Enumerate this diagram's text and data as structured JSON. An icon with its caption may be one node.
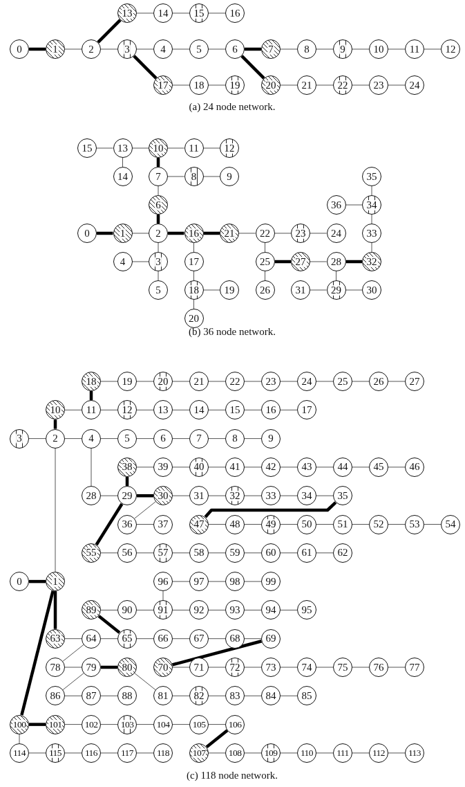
{
  "diagram": {
    "nodes": [
      {
        "text": [
          "0"
        ]
      },
      {
        "text": [
          "1"
        ]
      },
      {
        "text": [
          "2"
        ]
      },
      {
        "text": [
          "3"
        ]
      },
      {
        "text": [
          "4"
        ]
      },
      {
        "text": [
          "5"
        ]
      },
      {
        "text": [
          "6"
        ]
      },
      {
        "text": [
          "7"
        ]
      },
      {
        "text": [
          "8"
        ]
      },
      {
        "text": [
          "9"
        ]
      },
      {
        "text": [
          "10"
        ]
      },
      {
        "text": [
          "11"
        ]
      },
      {
        "text": [
          "12"
        ]
      },
      {
        "text": [
          "13"
        ]
      },
      {
        "text": [
          "14"
        ]
      },
      {
        "text": [
          "15"
        ]
      },
      {
        "text": [
          "16"
        ]
      },
      {
        "text": [
          "17"
        ]
      },
      {
        "text": [
          "18"
        ]
      },
      {
        "text": [
          "19"
        ]
      },
      {
        "text": [
          "20"
        ]
      },
      {
        "text": [
          "21"
        ]
      },
      {
        "text": [
          "22"
        ]
      },
      {
        "text": [
          "23"
        ]
      },
      {
        "text": [
          "24"
        ]
      },
      {
        "text": [
          "0"
        ]
      },
      {
        "text": [
          "1"
        ]
      },
      {
        "text": [
          "2"
        ]
      },
      {
        "text": [
          "3"
        ]
      },
      {
        "text": [
          "4"
        ]
      },
      {
        "text": [
          "5"
        ]
      },
      {
        "text": [
          "6"
        ]
      },
      {
        "text": [
          "7"
        ]
      },
      {
        "text": [
          "8"
        ]
      },
      {
        "text": [
          "9"
        ]
      },
      {
        "text": [
          "10"
        ]
      },
      {
        "text": [
          "11"
        ]
      },
      {
        "text": [
          "12"
        ]
      },
      {
        "text": [
          "13"
        ]
      },
      {
        "text": [
          "14"
        ]
      },
      {
        "text": [
          "15"
        ]
      },
      {
        "text": [
          "16"
        ]
      },
      {
        "text": [
          "17"
        ]
      },
      {
        "text": [
          "18"
        ]
      },
      {
        "text": [
          "19"
        ]
      },
      {
        "text": [
          "20"
        ]
      },
      {
        "text": [
          "21"
        ]
      },
      {
        "text": [
          "22"
        ]
      },
      {
        "text": [
          "23"
        ]
      },
      {
        "text": [
          "24"
        ]
      },
      {
        "text": [
          "25"
        ]
      },
      {
        "text": [
          "26"
        ]
      },
      {
        "text": [
          "27"
        ]
      },
      {
        "text": [
          "28"
        ]
      },
      {
        "text": [
          "29"
        ]
      },
      {
        "text": [
          "30"
        ]
      },
      {
        "text": [
          "31"
        ]
      },
      {
        "text": [
          "32"
        ]
      },
      {
        "text": [
          "33"
        ]
      },
      {
        "text": [
          "34"
        ]
      },
      {
        "text": [
          "35"
        ]
      },
      {
        "text": [
          "36"
        ]
      },
      {
        "text": [
          "0"
        ]
      },
      {
        "text": [
          "1"
        ]
      },
      {
        "text": [
          "2"
        ]
      },
      {
        "text": [
          "3"
        ]
      },
      {
        "text": [
          "4"
        ]
      },
      {
        "text": [
          "5"
        ]
      },
      {
        "text": [
          "6"
        ]
      },
      {
        "text": [
          "7"
        ]
      },
      {
        "text": [
          "8"
        ]
      },
      {
        "text": [
          "9"
        ]
      },
      {
        "text": [
          "10"
        ]
      },
      {
        "text": [
          "11"
        ]
      },
      {
        "text": [
          "12"
        ]
      },
      {
        "text": [
          "13"
        ]
      },
      {
        "text": [
          "14"
        ]
      },
      {
        "text": [
          "15"
        ]
      },
      {
        "text": [
          "16"
        ]
      },
      {
        "text": [
          "17"
        ]
      },
      {
        "text": [
          "18"
        ]
      },
      {
        "text": [
          "19"
        ]
      },
      {
        "text": [
          "20"
        ]
      },
      {
        "text": [
          "21"
        ]
      },
      {
        "text": [
          "22"
        ]
      },
      {
        "text": [
          "23"
        ]
      },
      {
        "text": [
          "24"
        ]
      },
      {
        "text": [
          "25"
        ]
      },
      {
        "text": [
          "26"
        ]
      },
      {
        "text": [
          "27"
        ]
      },
      {
        "text": [
          "28"
        ]
      },
      {
        "text": [
          "29"
        ]
      },
      {
        "text": [
          "30"
        ]
      },
      {
        "text": [
          "31"
        ]
      },
      {
        "text": [
          "32"
        ]
      },
      {
        "text": [
          "33"
        ]
      },
      {
        "text": [
          "34"
        ]
      },
      {
        "text": [
          "35"
        ]
      },
      {
        "text": [
          "36"
        ]
      },
      {
        "text": [
          "37"
        ]
      },
      {
        "text": [
          "38"
        ]
      },
      {
        "text": [
          "39"
        ]
      },
      {
        "text": [
          "40"
        ]
      },
      {
        "text": [
          "41"
        ]
      },
      {
        "text": [
          "42"
        ]
      },
      {
        "text": [
          "43"
        ]
      },
      {
        "text": [
          "44"
        ]
      },
      {
        "text": [
          "45"
        ]
      },
      {
        "text": [
          "46"
        ]
      },
      {
        "text": [
          "47"
        ]
      },
      {
        "text": [
          "48"
        ]
      },
      {
        "text": [
          "49"
        ]
      },
      {
        "text": [
          "50"
        ]
      },
      {
        "text": [
          "51"
        ]
      },
      {
        "text": [
          "52"
        ]
      },
      {
        "text": [
          "53"
        ]
      },
      {
        "text": [
          "54"
        ]
      },
      {
        "text": [
          "55"
        ]
      },
      {
        "text": [
          "56"
        ]
      },
      {
        "text": [
          "57"
        ]
      },
      {
        "text": [
          "58"
        ]
      },
      {
        "text": [
          "59"
        ]
      },
      {
        "text": [
          "60"
        ]
      },
      {
        "text": [
          "61"
        ]
      },
      {
        "text": [
          "62"
        ]
      },
      {
        "text": [
          "63"
        ]
      },
      {
        "text": [
          "64"
        ]
      },
      {
        "text": [
          "65"
        ]
      },
      {
        "text": [
          "66"
        ]
      },
      {
        "text": [
          "67"
        ]
      },
      {
        "text": [
          "68"
        ]
      },
      {
        "text": [
          "69"
        ]
      },
      {
        "text": [
          "70"
        ]
      },
      {
        "text": [
          "71"
        ]
      },
      {
        "text": [
          "72"
        ]
      },
      {
        "text": [
          "73"
        ]
      },
      {
        "text": [
          "74"
        ]
      },
      {
        "text": [
          "75"
        ]
      },
      {
        "text": [
          "76"
        ]
      },
      {
        "text": [
          "77"
        ]
      },
      {
        "text": [
          "78"
        ]
      },
      {
        "text": [
          "79"
        ]
      },
      {
        "text": [
          "80"
        ]
      },
      {
        "text": [
          "81"
        ]
      },
      {
        "text": [
          "82"
        ]
      },
      {
        "text": [
          "83"
        ]
      },
      {
        "text": [
          "84"
        ]
      },
      {
        "text": [
          "85"
        ]
      },
      {
        "text": [
          "86"
        ]
      },
      {
        "text": [
          "87"
        ]
      },
      {
        "text": [
          "88"
        ]
      },
      {
        "text": [
          "89"
        ]
      },
      {
        "text": [
          "90"
        ]
      },
      {
        "text": [
          "91"
        ]
      },
      {
        "text": [
          "92"
        ]
      },
      {
        "text": [
          "93"
        ]
      },
      {
        "text": [
          "94"
        ]
      },
      {
        "text": [
          "95"
        ]
      },
      {
        "text": [
          "96"
        ]
      },
      {
        "text": [
          "97"
        ]
      },
      {
        "text": [
          "98"
        ]
      },
      {
        "text": [
          "99"
        ]
      },
      {
        "text": [
          "100"
        ]
      },
      {
        "text": [
          "101"
        ]
      },
      {
        "text": [
          "102"
        ]
      },
      {
        "text": [
          "103"
        ]
      },
      {
        "text": [
          "104"
        ]
      },
      {
        "text": [
          "105"
        ]
      },
      {
        "text": [
          "106"
        ]
      },
      {
        "text": [
          "107"
        ]
      },
      {
        "text": [
          "108"
        ]
      },
      {
        "text": [
          "109"
        ]
      },
      {
        "text": [
          "110"
        ]
      },
      {
        "text": [
          "111"
        ]
      },
      {
        "text": [
          "112"
        ]
      },
      {
        "text": [
          "113"
        ]
      },
      {
        "text": [
          "114"
        ]
      },
      {
        "text": [
          "115"
        ]
      },
      {
        "text": [
          "116"
        ]
      },
      {
        "text": [
          "117"
        ]
      },
      {
        "text": [
          "118"
        ]
      }
    ],
    "edges": [
      {
        "from": 0,
        "to": 1,
        "arrow": "none",
        "style": "thick"
      },
      {
        "from": 1,
        "to": 2,
        "arrow": "none"
      },
      {
        "from": 2,
        "to": 13,
        "arrow": "none",
        "style": "thick"
      },
      {
        "from": 13,
        "to": 14,
        "arrow": "none"
      },
      {
        "from": 14,
        "to": 15,
        "arrow": "none"
      },
      {
        "from": 15,
        "to": 16,
        "arrow": "none"
      },
      {
        "from": 2,
        "to": 3,
        "arrow": "none"
      },
      {
        "from": 3,
        "to": 4,
        "arrow": "none"
      },
      {
        "from": 4,
        "to": 5,
        "arrow": "none"
      },
      {
        "from": 5,
        "to": 6,
        "arrow": "none"
      },
      {
        "from": 6,
        "to": 7,
        "arrow": "none",
        "style": "thick"
      },
      {
        "from": 7,
        "to": 8,
        "arrow": "none"
      },
      {
        "from": 8,
        "to": 9,
        "arrow": "none"
      },
      {
        "from": 9,
        "to": 10,
        "arrow": "none"
      },
      {
        "from": 10,
        "to": 11,
        "arrow": "none"
      },
      {
        "from": 11,
        "to": 12,
        "arrow": "none"
      },
      {
        "from": 3,
        "to": 17,
        "arrow": "none",
        "style": "thick"
      },
      {
        "from": 17,
        "to": 18,
        "arrow": "none"
      },
      {
        "from": 18,
        "to": 19,
        "arrow": "none"
      },
      {
        "from": 6,
        "to": 20,
        "arrow": "none",
        "style": "thick"
      },
      {
        "from": 20,
        "to": 21,
        "arrow": "none"
      },
      {
        "from": 21,
        "to": 22,
        "arrow": "none"
      },
      {
        "from": 22,
        "to": 23,
        "arrow": "none"
      },
      {
        "from": 23,
        "to": 24,
        "arrow": "none"
      },
      {
        "from": 25,
        "to": 26,
        "arrow": "none",
        "style": "thick"
      },
      {
        "from": 26,
        "to": 27,
        "arrow": "none"
      },
      {
        "from": 27,
        "to": 31,
        "arrow": "none",
        "style": "thick"
      },
      {
        "from": 31,
        "to": 32,
        "arrow": "none"
      },
      {
        "from": 32,
        "to": 35,
        "arrow": "none",
        "style": "thick"
      },
      {
        "from": 32,
        "to": 33,
        "arrow": "none"
      },
      {
        "from": 33,
        "to": 34,
        "arrow": "none"
      },
      {
        "from": 38,
        "to": 35,
        "arrow": "none"
      },
      {
        "from": 35,
        "to": 36,
        "arrow": "none"
      },
      {
        "from": 36,
        "to": 37,
        "arrow": "none"
      },
      {
        "from": 40,
        "to": 38,
        "arrow": "none"
      },
      {
        "from": 38,
        "to": 39,
        "arrow": "none"
      },
      {
        "from": 27,
        "to": 28,
        "arrow": "none"
      },
      {
        "from": 29,
        "to": 28,
        "arrow": "none"
      },
      {
        "from": 28,
        "to": 30,
        "arrow": "none"
      },
      {
        "from": 27,
        "to": 41,
        "arrow": "none",
        "style": "thick"
      },
      {
        "from": 41,
        "to": 46,
        "arrow": "none",
        "style": "thick"
      },
      {
        "from": 41,
        "to": 42,
        "arrow": "none"
      },
      {
        "from": 42,
        "to": 43,
        "arrow": "none"
      },
      {
        "from": 43,
        "to": 44,
        "arrow": "none"
      },
      {
        "from": 43,
        "to": 45,
        "arrow": "none"
      },
      {
        "from": 46,
        "to": 47,
        "arrow": "none"
      },
      {
        "from": 47,
        "to": 48,
        "arrow": "none"
      },
      {
        "from": 48,
        "to": 49,
        "arrow": "none"
      },
      {
        "from": 47,
        "to": 50,
        "arrow": "none"
      },
      {
        "from": 50,
        "to": 52,
        "arrow": "none",
        "style": "thick"
      },
      {
        "from": 52,
        "to": 53,
        "arrow": "none"
      },
      {
        "from": 53,
        "to": 57,
        "arrow": "none",
        "style": "thick"
      },
      {
        "from": 53,
        "to": 54,
        "arrow": "none"
      },
      {
        "from": 56,
        "to": 54,
        "arrow": "none"
      },
      {
        "from": 54,
        "to": 55,
        "arrow": "none"
      },
      {
        "from": 50,
        "to": 51,
        "arrow": "none"
      },
      {
        "from": 57,
        "to": 58,
        "arrow": "none"
      },
      {
        "from": 58,
        "to": 59,
        "arrow": "none"
      },
      {
        "from": 61,
        "to": 59,
        "arrow": "none"
      },
      {
        "from": 59,
        "to": 60,
        "arrow": "none"
      },
      {
        "from": 62,
        "to": 63,
        "arrow": "none",
        "style": "thick"
      },
      {
        "from": 63,
        "to": 64,
        "arrow": "none"
      },
      {
        "from": 65,
        "to": 64,
        "arrow": "none"
      },
      {
        "from": 64,
        "to": 66,
        "arrow": "none"
      },
      {
        "from": 66,
        "to": 67,
        "arrow": "none"
      },
      {
        "from": 67,
        "to": 68,
        "arrow": "none"
      },
      {
        "from": 68,
        "to": 69,
        "arrow": "none"
      },
      {
        "from": 69,
        "to": 70,
        "arrow": "none"
      },
      {
        "from": 70,
        "to": 71,
        "arrow": "none"
      },
      {
        "from": 64,
        "to": 72,
        "arrow": "none",
        "style": "thick"
      },
      {
        "from": 72,
        "to": 73,
        "arrow": "none"
      },
      {
        "from": 73,
        "to": 80,
        "arrow": "none",
        "style": "thick"
      },
      {
        "from": 73,
        "to": 74,
        "arrow": "none"
      },
      {
        "from": 74,
        "to": 75,
        "arrow": "none"
      },
      {
        "from": 75,
        "to": 76,
        "arrow": "none"
      },
      {
        "from": 76,
        "to": 77,
        "arrow": "none"
      },
      {
        "from": 77,
        "to": 78,
        "arrow": "none"
      },
      {
        "from": 78,
        "to": 79,
        "arrow": "none"
      },
      {
        "from": 80,
        "to": 81,
        "arrow": "none"
      },
      {
        "from": 81,
        "to": 82,
        "arrow": "none"
      },
      {
        "from": 82,
        "to": 83,
        "arrow": "none"
      },
      {
        "from": 83,
        "to": 84,
        "arrow": "none"
      },
      {
        "from": 84,
        "to": 85,
        "arrow": "none"
      },
      {
        "from": 85,
        "to": 86,
        "arrow": "none"
      },
      {
        "from": 86,
        "to": 87,
        "arrow": "none"
      },
      {
        "from": 87,
        "to": 88,
        "arrow": "none"
      },
      {
        "from": 88,
        "to": 89,
        "arrow": "none"
      },
      {
        "from": 66,
        "to": 90,
        "arrow": "none"
      },
      {
        "from": 90,
        "to": 91,
        "arrow": "none"
      },
      {
        "from": 91,
        "to": 100,
        "arrow": "none",
        "style": "thick"
      },
      {
        "from": 100,
        "to": 101,
        "arrow": "none"
      },
      {
        "from": 101,
        "to": 102,
        "arrow": "none"
      },
      {
        "from": 102,
        "to": 103,
        "arrow": "none"
      },
      {
        "from": 103,
        "to": 104,
        "arrow": "none"
      },
      {
        "from": 104,
        "to": 105,
        "arrow": "none"
      },
      {
        "from": 105,
        "to": 106,
        "arrow": "none"
      },
      {
        "from": 106,
        "to": 107,
        "arrow": "none"
      },
      {
        "from": 107,
        "to": 108,
        "arrow": "none"
      },
      {
        "from": 91,
        "to": 92,
        "arrow": "none",
        "style": "thick"
      },
      {
        "from": 92,
        "to": 93,
        "arrow": "none"
      },
      {
        "from": 93,
        "to": 94,
        "arrow": "none"
      },
      {
        "from": 94,
        "to": 95,
        "arrow": "none"
      },
      {
        "from": 95,
        "to": 96,
        "arrow": "none"
      },
      {
        "from": 96,
        "to": 97,
        "arrow": "none"
      },
      {
        "from": 92,
        "to": 98,
        "arrow": "none"
      },
      {
        "from": 98,
        "to": 99,
        "arrow": "none"
      },
      {
        "from": 91,
        "to": 117,
        "arrow": "none",
        "style": "thick"
      },
      {
        "from": 117,
        "to": 118,
        "arrow": "none"
      },
      {
        "from": 118,
        "to": 119,
        "arrow": "none"
      },
      {
        "from": 119,
        "to": 120,
        "arrow": "none"
      },
      {
        "from": 120,
        "to": 121,
        "arrow": "none"
      },
      {
        "from": 121,
        "to": 122,
        "arrow": "none"
      },
      {
        "from": 122,
        "to": 123,
        "arrow": "none"
      },
      {
        "from": 123,
        "to": 124,
        "arrow": "none"
      },
      {
        "from": 97,
        "to": 109,
        "arrow": "none",
        "style": "thick"
      },
      {
        "from": 109,
        "to": 110,
        "arrow": "none"
      },
      {
        "from": 110,
        "to": 111,
        "arrow": "none"
      },
      {
        "from": 111,
        "to": 112,
        "arrow": "none"
      },
      {
        "from": 112,
        "to": 113,
        "arrow": "none"
      },
      {
        "from": 113,
        "to": 114,
        "arrow": "none"
      },
      {
        "from": 114,
        "to": 115,
        "arrow": "none"
      },
      {
        "from": 115,
        "to": 116,
        "arrow": "none"
      },
      {
        "from": 63,
        "to": 125,
        "arrow": "none",
        "style": "thick"
      },
      {
        "from": 125,
        "to": 126,
        "arrow": "none"
      },
      {
        "from": 126,
        "to": 127,
        "arrow": "none"
      },
      {
        "from": 127,
        "to": 128,
        "arrow": "none"
      },
      {
        "from": 128,
        "to": 129,
        "arrow": "none"
      },
      {
        "from": 129,
        "to": 130,
        "arrow": "none"
      },
      {
        "from": 130,
        "to": 131,
        "arrow": "none"
      },
      {
        "from": 151,
        "to": 127,
        "arrow": "none",
        "style": "thick"
      },
      {
        "from": 151,
        "to": 152,
        "arrow": "none"
      },
      {
        "from": 152,
        "to": 153,
        "arrow": "none"
      },
      {
        "from": 153,
        "to": 154,
        "arrow": "none"
      },
      {
        "from": 154,
        "to": 155,
        "arrow": "none"
      },
      {
        "from": 155,
        "to": 156,
        "arrow": "none"
      },
      {
        "from": 156,
        "to": 157,
        "arrow": "none"
      },
      {
        "from": 158,
        "to": 153,
        "arrow": "none"
      },
      {
        "from": 158,
        "to": 159,
        "arrow": "none"
      },
      {
        "from": 159,
        "to": 160,
        "arrow": "none"
      },
      {
        "from": 160,
        "to": 161,
        "arrow": "none"
      },
      {
        "from": 126,
        "to": 140,
        "arrow": "none"
      },
      {
        "from": 140,
        "to": 141,
        "arrow": "none"
      },
      {
        "from": 141,
        "to": 142,
        "arrow": "none",
        "style": "thick"
      },
      {
        "from": 142,
        "to": 143,
        "arrow": "none"
      },
      {
        "from": 143,
        "to": 144,
        "arrow": "none"
      },
      {
        "from": 144,
        "to": 145,
        "arrow": "none"
      },
      {
        "from": 145,
        "to": 146,
        "arrow": "none"
      },
      {
        "from": 146,
        "to": 147,
        "arrow": "none"
      },
      {
        "from": 141,
        "to": 148,
        "arrow": "none"
      },
      {
        "from": 148,
        "to": 149,
        "arrow": "none"
      },
      {
        "from": 149,
        "to": 150,
        "arrow": "none"
      },
      {
        "from": 131,
        "to": 132,
        "arrow": "none",
        "style": "thick"
      },
      {
        "from": 132,
        "to": 133,
        "arrow": "none"
      },
      {
        "from": 133,
        "to": 134,
        "arrow": "none"
      },
      {
        "from": 134,
        "to": 135,
        "arrow": "none"
      },
      {
        "from": 135,
        "to": 136,
        "arrow": "none"
      },
      {
        "from": 136,
        "to": 137,
        "arrow": "none"
      },
      {
        "from": 137,
        "to": 138,
        "arrow": "none"
      },
      {
        "from": 138,
        "to": 139,
        "arrow": "none"
      },
      {
        "from": 63,
        "to": 162,
        "arrow": "none",
        "style": "thick"
      },
      {
        "from": 162,
        "to": 163,
        "arrow": "none",
        "style": "thick"
      },
      {
        "from": 163,
        "to": 164,
        "arrow": "none"
      },
      {
        "from": 164,
        "to": 165,
        "arrow": "none"
      },
      {
        "from": 165,
        "to": 166,
        "arrow": "none"
      },
      {
        "from": 166,
        "to": 167,
        "arrow": "none"
      },
      {
        "from": 167,
        "to": 168,
        "arrow": "none"
      },
      {
        "from": 168,
        "to": 169,
        "arrow": "none",
        "style": "thick"
      },
      {
        "from": 169,
        "to": 170,
        "arrow": "none"
      },
      {
        "from": 170,
        "to": 171,
        "arrow": "none"
      },
      {
        "from": 171,
        "to": 172,
        "arrow": "none"
      },
      {
        "from": 172,
        "to": 173,
        "arrow": "none"
      },
      {
        "from": 173,
        "to": 174,
        "arrow": "none"
      },
      {
        "from": 174,
        "to": 175,
        "arrow": "none"
      },
      {
        "from": 162,
        "to": 176,
        "arrow": "none"
      },
      {
        "from": 176,
        "to": 177,
        "arrow": "none"
      },
      {
        "from": 177,
        "to": 178,
        "arrow": "none"
      },
      {
        "from": 178,
        "to": 179,
        "arrow": "none"
      },
      {
        "from": 179,
        "to": 180,
        "arrow": "none"
      }
    ],
    "labels": [
      "(a) 24 node network.",
      "(b) 36 node network.",
      "(c) 118 node network."
    ]
  }
}
